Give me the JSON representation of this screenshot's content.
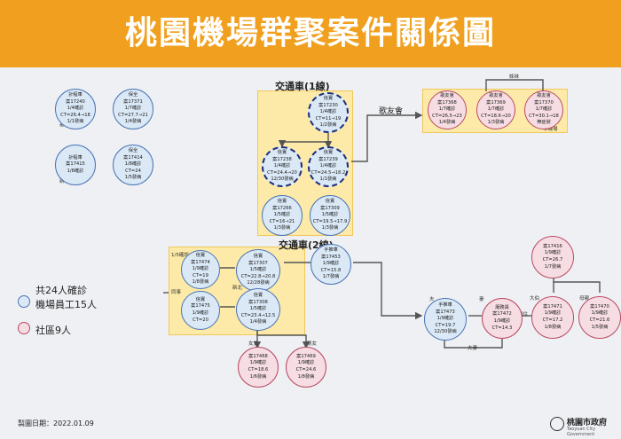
{
  "title": "桃園機場群聚案件關係圖",
  "groups": {
    "bus1": "交通車(1線)",
    "bus2": "交通車(2線)"
  },
  "legend": {
    "total": "共24人確診",
    "airport": "機場員工15人",
    "community": "社區9人",
    "airport_color": "#dbe9f7",
    "community_color": "#f6dde3"
  },
  "labels": {
    "songyoukui": "歌友會",
    "sisters": "姊妹",
    "taichung": "非機場",
    "keelung": "基隆",
    "newtaipei1": "新北",
    "newtaipei2": "新北",
    "contact_15": "1/5確診",
    "colleague": "同事",
    "husband": "夫",
    "wife": "妻",
    "husband2": "夫妻",
    "couple": "同住",
    "uncle": "大伯",
    "mother": "母親",
    "daughter": "女兒",
    "grandson": "孫女"
  },
  "nodes": {
    "n17240": [
      "計程車",
      "案17240",
      "1/4確診",
      "CT=26.4→18",
      "1/1發病"
    ],
    "n17371": [
      "保全",
      "案17371",
      "1/7確診",
      "CT=27.7→21",
      "1/4發病"
    ],
    "n17230": [
      "信實",
      "案17230",
      "1/4確診",
      "CT=11→19",
      "1/2發病"
    ],
    "n17368": [
      "歌友會",
      "案17368",
      "1/7確診",
      "CT=26.5→23",
      "1/4發病"
    ],
    "n17369": [
      "歌友會",
      "案17369",
      "1/7確診",
      "CT=18.6→20",
      "1/3發病"
    ],
    "n17370": [
      "歌友會",
      "案17370",
      "1/7確診",
      "CT=30.1→18",
      "無症狀"
    ],
    "n17415": [
      "計程車",
      "案17415",
      "1/8確診"
    ],
    "n17414": [
      "保全",
      "案17414",
      "1/8確診",
      "CT=24",
      "1/5發病"
    ],
    "n17238": [
      "信實",
      "案17238",
      "1/4確診",
      "CT=24.4→20",
      "12/30發病"
    ],
    "n17239": [
      "信實",
      "案17239",
      "1/4確診",
      "CT=24.5→18.2",
      "1/1發病"
    ],
    "n17266": [
      "信實",
      "案17266",
      "1/5確診",
      "CT=16→21",
      "1/3發病"
    ],
    "n17309": [
      "信實",
      "案17309",
      "1/5確診",
      "CT=19.5→17.9",
      "1/3發病"
    ],
    "n17474": [
      "信實",
      "案17474",
      "1/9確診",
      "CT=19",
      "1/8發病"
    ],
    "n17307": [
      "信實",
      "案17307",
      "1/5確診",
      "CT=22.8→20.8",
      "12/28發病"
    ],
    "n17475": [
      "信實",
      "案17475",
      "1/9確診",
      "CT=20"
    ],
    "n17308": [
      "信實",
      "案17308",
      "1/5確診",
      "CT=23.4→12.5",
      "1/4發病"
    ],
    "n17453": [
      "手推車",
      "案17453",
      "1/9確診",
      "CT=15.8",
      "1/7發病"
    ],
    "n17473": [
      "手推車",
      "案17473",
      "1/9確診",
      "CT=19.7",
      "12/30發病"
    ],
    "n17472": [
      "服務員",
      "案17472",
      "1/9確診",
      "CT=14.3"
    ],
    "n17416": [
      "案17416",
      "1/9確診",
      "CT=26.7",
      "1/7發病"
    ],
    "n17471": [
      "案17471",
      "1/9確診",
      "CT=17.2",
      "1/8發病"
    ],
    "n17470": [
      "案17470",
      "1/9確診",
      "CT=21.6",
      "1/5發病"
    ],
    "n17468": [
      "案17468",
      "1/9確診",
      "CT=18.6",
      "1/6發病"
    ],
    "n17469": [
      "案17469",
      "1/9確診",
      "CT=24.6",
      "1/8發病"
    ]
  },
  "footer": {
    "date": "製圖日期：2022.01.09",
    "gov_name": "桃園市政府",
    "gov_en": "Taoyuan City Government"
  }
}
